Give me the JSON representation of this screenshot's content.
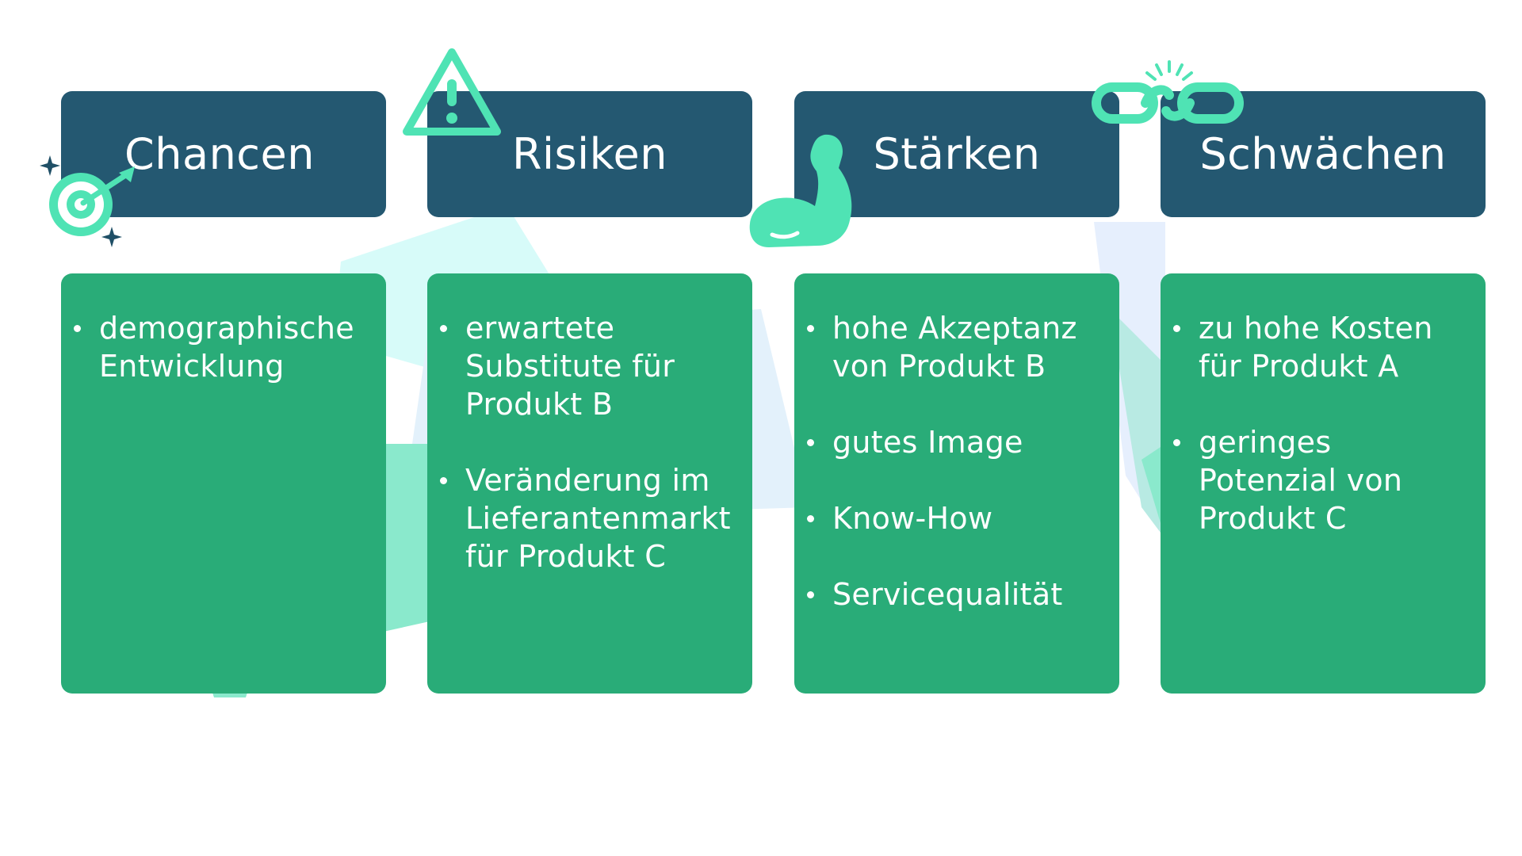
{
  "colors": {
    "header_bg": "#245871",
    "card_bg": "#29ac78",
    "icon_accent": "#4fe3b4",
    "text": "#ffffff"
  },
  "columns": [
    {
      "title": "Chancen",
      "icon": "target-arrow-icon",
      "items": [
        "demographische Entwicklung"
      ]
    },
    {
      "title": "Risiken",
      "icon": "warning-triangle-icon",
      "items": [
        "erwartete Substitute für Produkt B",
        "Veränderung im Lieferantenmarkt für Produkt C"
      ]
    },
    {
      "title": "Stärken",
      "icon": "flexed-arm-icon",
      "items": [
        "hohe Akzeptanz von Produkt B",
        "gutes Image",
        "Know-How",
        "Servicequalität"
      ]
    },
    {
      "title": "Schwächen",
      "icon": "broken-chain-icon",
      "items": [
        "zu hohe Kosten für Produkt A",
        "geringes Potenzial von Produkt C"
      ]
    }
  ]
}
